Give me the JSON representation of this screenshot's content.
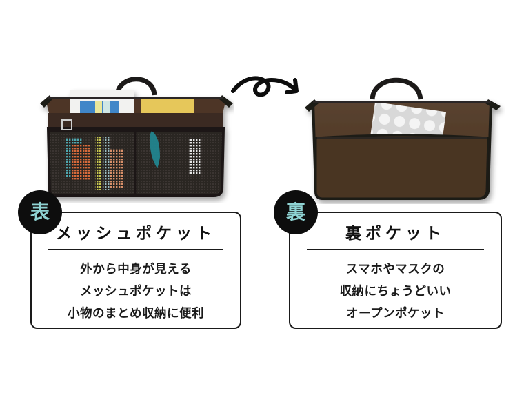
{
  "colors": {
    "badge_bg": "#0d0d0d",
    "badge_text": "#8fd3d3",
    "card_border": "#1a1a1a",
    "bag_mesh": "#2b2522",
    "bag_brown": "#4e3a2a",
    "background": "#ffffff"
  },
  "front": {
    "image_label": "mesh-pocket-side-bag",
    "badge": "表",
    "title": "メッシュポケット",
    "lines": [
      "外から中身が見える",
      "メッシュポケットは",
      "小物のまとめ収納に便利"
    ]
  },
  "transition": {
    "icon": "loop-arrow-right-icon"
  },
  "back": {
    "image_label": "open-pocket-side-bag",
    "badge": "裏",
    "title": "裏ポケット",
    "lines": [
      "スマホやマスクの",
      "収納にちょうどいい",
      "オープンポケット"
    ]
  }
}
